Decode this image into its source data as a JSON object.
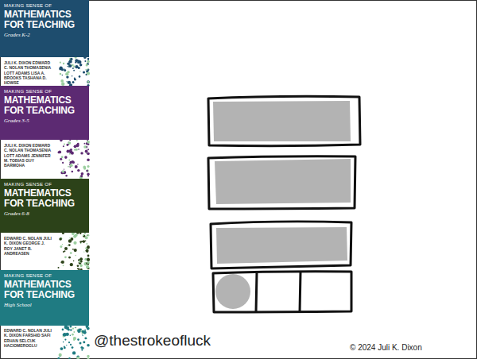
{
  "diagram": {
    "nodes": [
      {
        "text": [
          "MAKING SENSE OF",
          "MATHEMATICS FOR TEACHING",
          "Grades K-2"
        ]
      },
      {
        "text": [
          "MAKING SENSE OF",
          "MATHEMATICS FOR TEACHING",
          "Grades 3-5"
        ]
      },
      {
        "text": [
          "MAKING SENSE OF",
          "MATHEMATICS FOR TEACHING",
          "Grades 6-8"
        ]
      },
      {
        "text": [
          "MAKING SENSE OF",
          "MATHEMATICS FOR TEACHING",
          "High School"
        ]
      }
    ],
    "labels": [
      "JULI K. DIXON EDWARD C. NOLAN THOMASENIA LOTT ADAMS LISA A. BROOKS TASHANA D. HOWSE",
      "JULI K. DIXON EDWARD C. NOLAN THOMASENIA LOTT ADAMS JENNIFER M. TOBIAS GUY BARMOHA",
      "EDWARD C. NOLAN JULI K. DIXON GEORGE J. ROY JANET B. ANDREASEN",
      "EDWARD C. NOLAN JULI K. DIXON FARSHID SAFI ERHAN SELCUK HACIOMEROGLU",
      "@thestrokeofluck",
      "© 2024 Juli K. Dixon"
    ]
  }
}
